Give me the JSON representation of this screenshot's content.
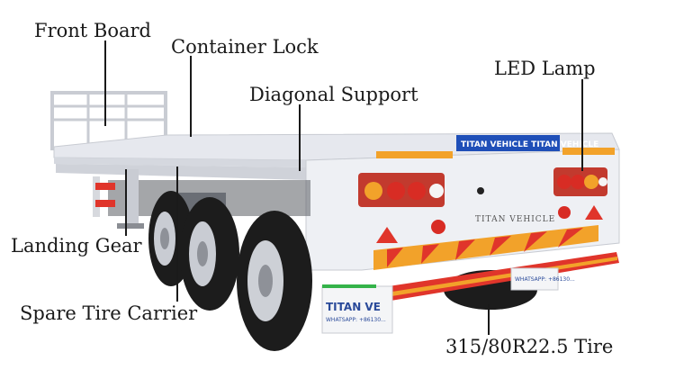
{
  "labels": {
    "front_board": "Front Board",
    "container_lock": "Container Lock",
    "diagonal_support": "Diagonal Support",
    "led_lamp": "LED Lamp",
    "landing_gear": "Landing Gear",
    "spare_tire_carrier": "Spare Tire Carrier",
    "tire": "315/80R22.5 Tire"
  },
  "trailer": {
    "rear_plate_text": "TITAN VEHICLE TITAN VEHICLE",
    "body_text": "TITAN VEHICLE",
    "mudflap_text": "TITAN VE",
    "mudflap_small_text": "WHATSAPP: +86130...",
    "mudflap_right_small_text": "WHATSAPP: +86130..."
  },
  "colors": {
    "trailer_body": "#eef0f4",
    "tire": "#1c1c1c",
    "plate_blue": "#1f4fb8",
    "bumper_red": "#e0352b",
    "hazard_orange": "#f2a22a",
    "label_text": "#1a1a1a"
  }
}
